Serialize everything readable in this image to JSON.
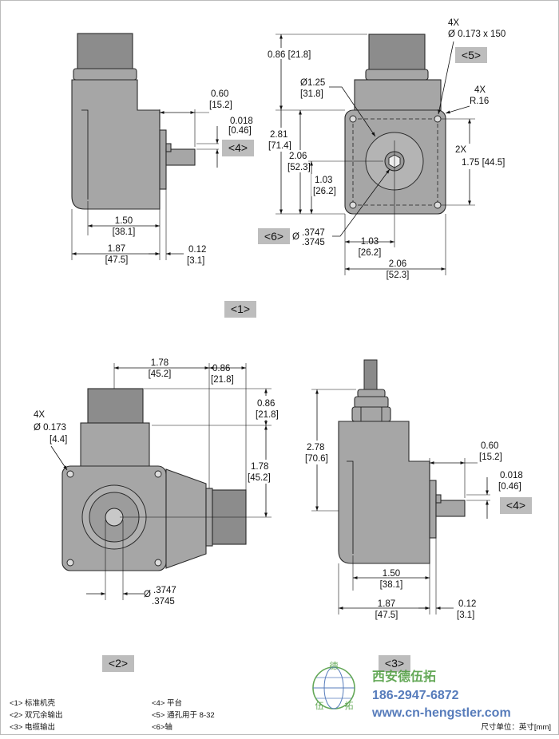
{
  "view1": {
    "side": {
      "d060": "0.60",
      "d060_mm": "[15.2]",
      "d0018": "0.018",
      "d0018_mm": "[0.46]",
      "tag4": "<4>",
      "d150": "1.50",
      "d150_mm": "[38.1]",
      "d187": "1.87",
      "d187_mm": "[47.5]",
      "d012": "0.12",
      "d012_mm": "[3.1]"
    },
    "front": {
      "holes_count": "4X",
      "holes_dia": "Ø 0.173 x 150",
      "tag5": "<5>",
      "d086": "0.86 [21.8]",
      "d125": "Ø1.25",
      "d125_mm": "[31.8]",
      "radius_count": "4X",
      "radius": "R.16",
      "d281": "2.81",
      "d281_mm": "[71.4]",
      "d206v": "2.06",
      "d206v_mm": "[52.3]",
      "d103v": "1.03",
      "d103v_mm": "[26.2]",
      "count2x": "2X",
      "d175": "1.75 [44.5]",
      "tag6": "<6>",
      "shaft_dia": "Ø",
      "shaft_max": ".3747",
      "shaft_min": ".3745",
      "d103h": "1.03",
      "d103h_mm": "[26.2]",
      "d206h": "2.06",
      "d206h_mm": "[52.3]"
    },
    "label": "<1>"
  },
  "view2": {
    "d178h": "1.78",
    "d178h_mm": "[45.2]",
    "d086h": "0.86",
    "d086h_mm": "[21.8]",
    "d086v": "0.86",
    "d086v_mm": "[21.8]",
    "d178v": "1.78",
    "d178v_mm": "[45.2]",
    "holes_count": "4X",
    "holes_dia": "Ø 0.173",
    "holes_mm": "[4.4]",
    "shaft_dia": "Ø",
    "shaft_max": ".3747",
    "shaft_min": ".3745",
    "label": "<2>"
  },
  "view3": {
    "d278": "2.78",
    "d278_mm": "[70.6]",
    "d060": "0.60",
    "d060_mm": "[15.2]",
    "d0018": "0.018",
    "d0018_mm": "[0.46]",
    "tag4": "<4>",
    "d150": "1.50",
    "d150_mm": "[38.1]",
    "d187": "1.87",
    "d187_mm": "[47.5]",
    "d012": "0.12",
    "d012_mm": "[3.1]",
    "label": "<3>"
  },
  "legend": {
    "items": [
      "<1> 标准机壳",
      "<2> 双冗余输出",
      "<3> 电缆输出",
      "<4> 平台",
      "<5> 通孔用于 8-32",
      "<6>轴"
    ],
    "units": "尺寸单位：英寸[mm]"
  },
  "watermark": {
    "name": "西安德伍拓",
    "phone": "186-2947-6872",
    "url": "www.cn-hengstler.com",
    "seal_char_top": "德",
    "seal_char_left": "伍",
    "seal_char_right": "拓",
    "colors": {
      "green": "#4a9a3a",
      "blue": "#3a66b0"
    }
  }
}
